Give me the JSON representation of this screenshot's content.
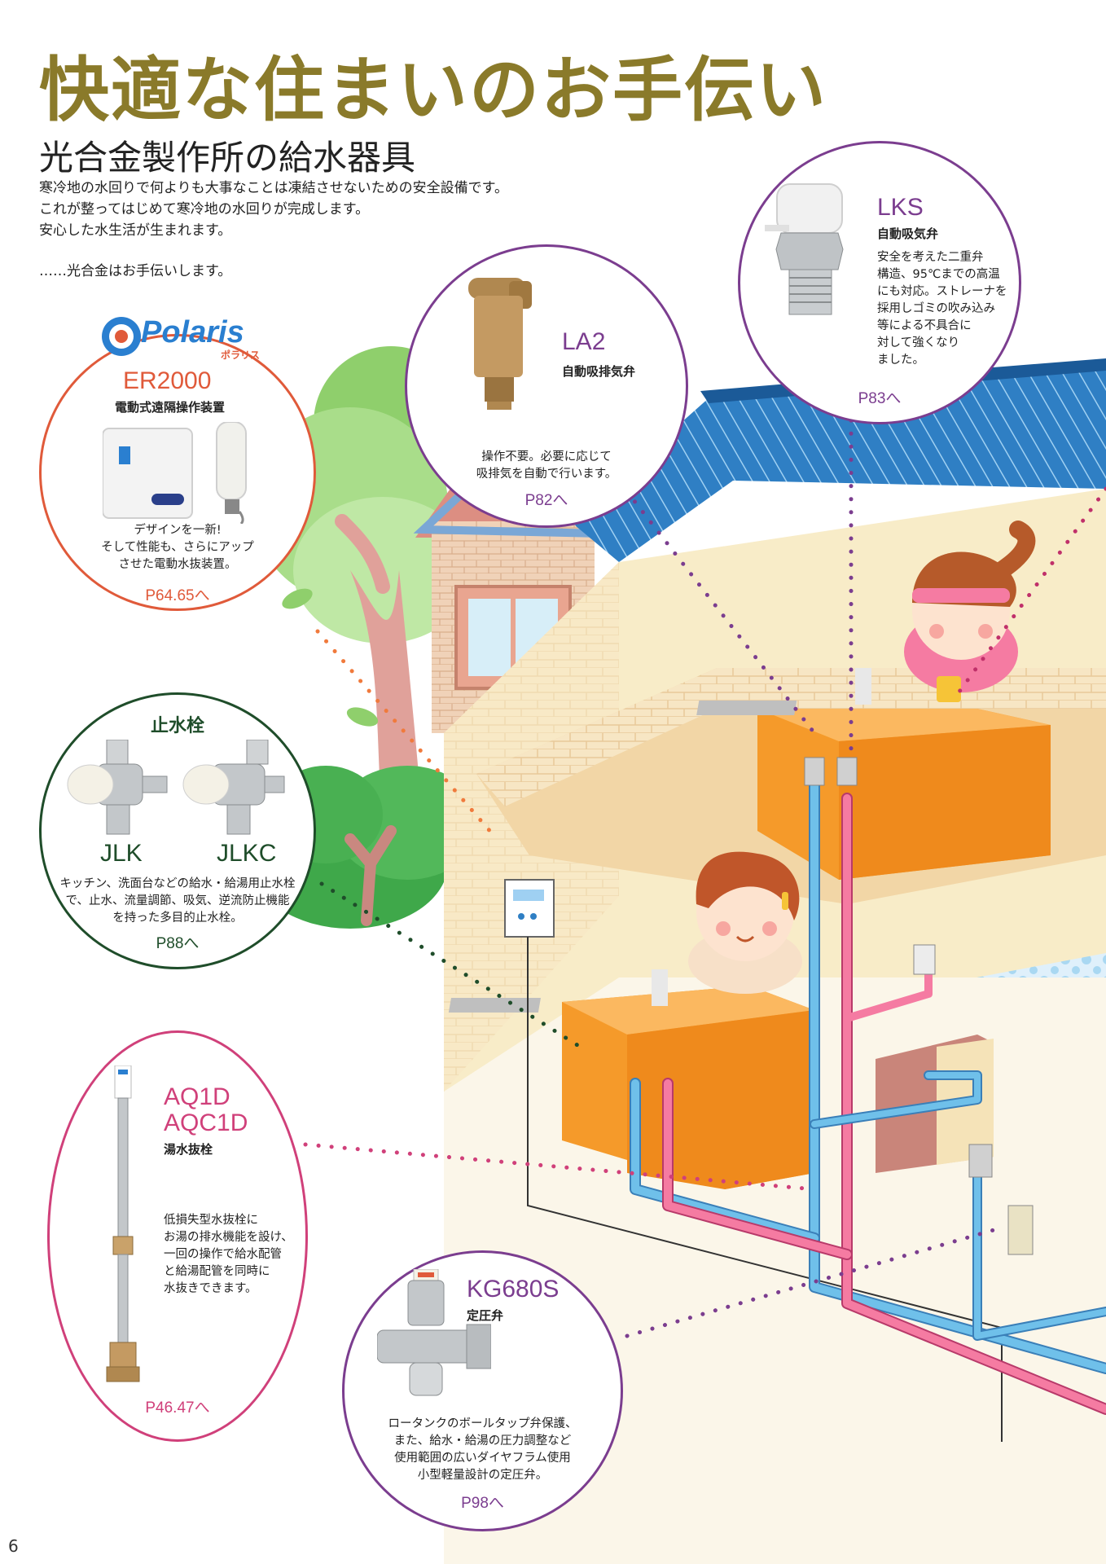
{
  "header": {
    "title": "快適な住まいのお手伝い",
    "subtitle": "光合金製作所の給水器具",
    "intro_lines": [
      "寒冷地の水回りで何よりも大事なことは凍結させないための安全設備です。",
      "これが整ってはじめて寒冷地の水回りが完成します。",
      "安心した水生活が生まれます。"
    ],
    "sign": "……光合金はお手伝いします。"
  },
  "products": {
    "er2000": {
      "logo_text": "Polaris",
      "logo_kana": "ポラリス",
      "code": "ER2000",
      "kind": "電動式遠隔操作装置",
      "desc": [
        "デザインを一新!",
        "そして性能も、さらにアップ",
        "させた電動水抜装置。"
      ],
      "page": "P64.65へ"
    },
    "la2": {
      "code": "LA2",
      "kind": "自動吸排気弁",
      "desc": [
        "操作不要。必要に応じて",
        "吸排気を自動で行います。"
      ],
      "page": "P82へ"
    },
    "lks": {
      "code": "LKS",
      "kind": "自動吸気弁",
      "desc": [
        "安全を考えた二重弁",
        "構造、95℃までの高温",
        "にも対応。ストレーナを",
        "採用しゴミの吹み込み",
        "等による不具合に",
        "対して強くなり",
        "ました。"
      ],
      "page": "P83へ"
    },
    "jlk": {
      "heading": "止水栓",
      "code_a": "JLK",
      "code_b": "JLKC",
      "desc": [
        "キッチン、洗面台などの給水・給湯用止水栓",
        "で、止水、流量調節、吸気、逆流防止機能",
        "を持った多目的止水栓。"
      ],
      "page": "P88へ"
    },
    "aq1d": {
      "code_a": "AQ1D",
      "code_b": "AQC1D",
      "kind": "湯水抜栓",
      "desc": [
        "低損失型水抜栓に",
        "お湯の排水機能を設け、",
        "一回の操作で給水配管",
        "と給湯配管を同時に",
        "水抜きできます。"
      ],
      "page": "P46.47へ"
    },
    "kg680s": {
      "code": "KG680S",
      "kind": "定圧弁",
      "desc": [
        "ロータンクのボールタップ弁保護、",
        "また、給水・給湯の圧力調整など",
        "使用範囲の広いダイヤフラム使用",
        "小型軽量設計の定圧弁。"
      ],
      "page": "P98へ"
    }
  },
  "footer": {
    "page_number": "6"
  },
  "colors": {
    "title": "#8a7a2a",
    "er2000": "#e05a3a",
    "la2_lks": "#7b3d8f",
    "jlk": "#1f4d2a",
    "aq1d": "#d0407a",
    "kg680s": "#7b3d8f",
    "water_pipe": "#5aaee0",
    "hot_pipe": "#f06090",
    "sink": "#f59a2a",
    "roof": "#2f7fc4"
  }
}
